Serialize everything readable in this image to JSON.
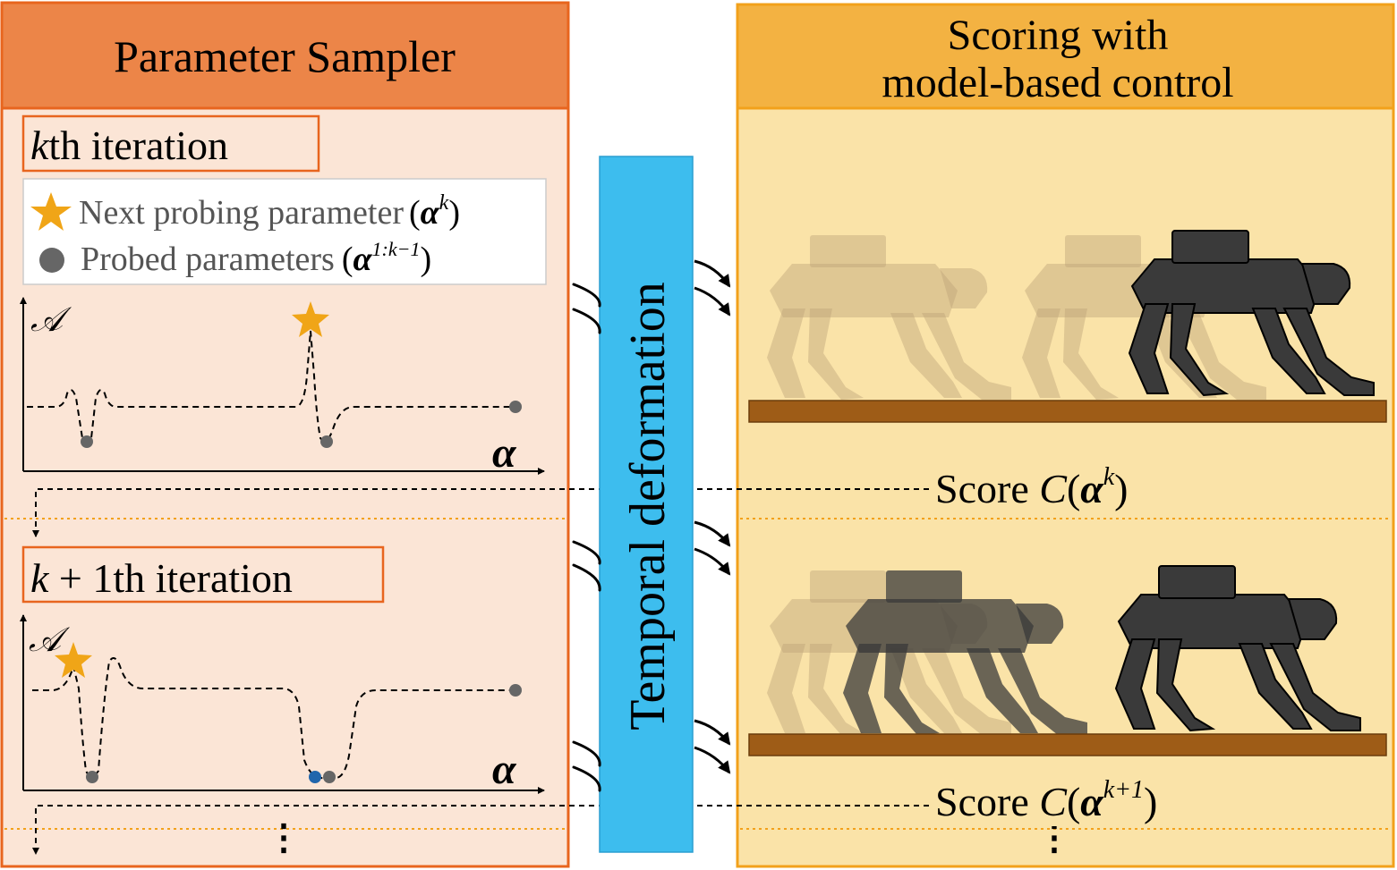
{
  "sampler": {
    "header": "Parameter Sampler",
    "iter_k": {
      "var": "k",
      "rest": "th iteration"
    },
    "iter_k1": {
      "var": "k",
      "rest": " + 1th iteration"
    },
    "legend": {
      "next_label": "Next probing parameter",
      "next_math_open": "(",
      "next_math_sym": "α",
      "next_math_sup": "k",
      "next_math_close": ")",
      "probed_label": "Probed parameters",
      "probed_math_open": "(",
      "probed_math_sym": "α",
      "probed_math_sup": "1:k−1",
      "probed_math_close": ")"
    },
    "y_axis_symbol": "𝒜",
    "x_axis_symbol": "α",
    "continuation": "⋮"
  },
  "middle": {
    "label": "Temporal deformation"
  },
  "scoring": {
    "header_line1": "Scoring with",
    "header_line2": "model-based control",
    "score1": {
      "word": "Score ",
      "fn": "C",
      "open": "(",
      "sym": "α",
      "sup": "k",
      "close": ")"
    },
    "score2": {
      "word": "Score ",
      "fn": "C",
      "open": "(",
      "sym": "α",
      "sup": "k+1",
      "close": ")"
    },
    "continuation": "⋮"
  },
  "colors": {
    "sampler_header_bg": "#ec8548",
    "sampler_border": "#e8651e",
    "sampler_body_bg": "#fbe5d6",
    "scoring_header_bg": "#f3b242",
    "scoring_border": "#f2a11b",
    "scoring_body_bg": "#fae3a8",
    "middle_bar": "#3dbdee",
    "star": "#f0a517",
    "probed_point": "#666666",
    "new_point": "#2166ac",
    "ground": "#9e5c17",
    "robot_dark": "#3a3a3a",
    "robot_ghost": "#bfa57a"
  }
}
